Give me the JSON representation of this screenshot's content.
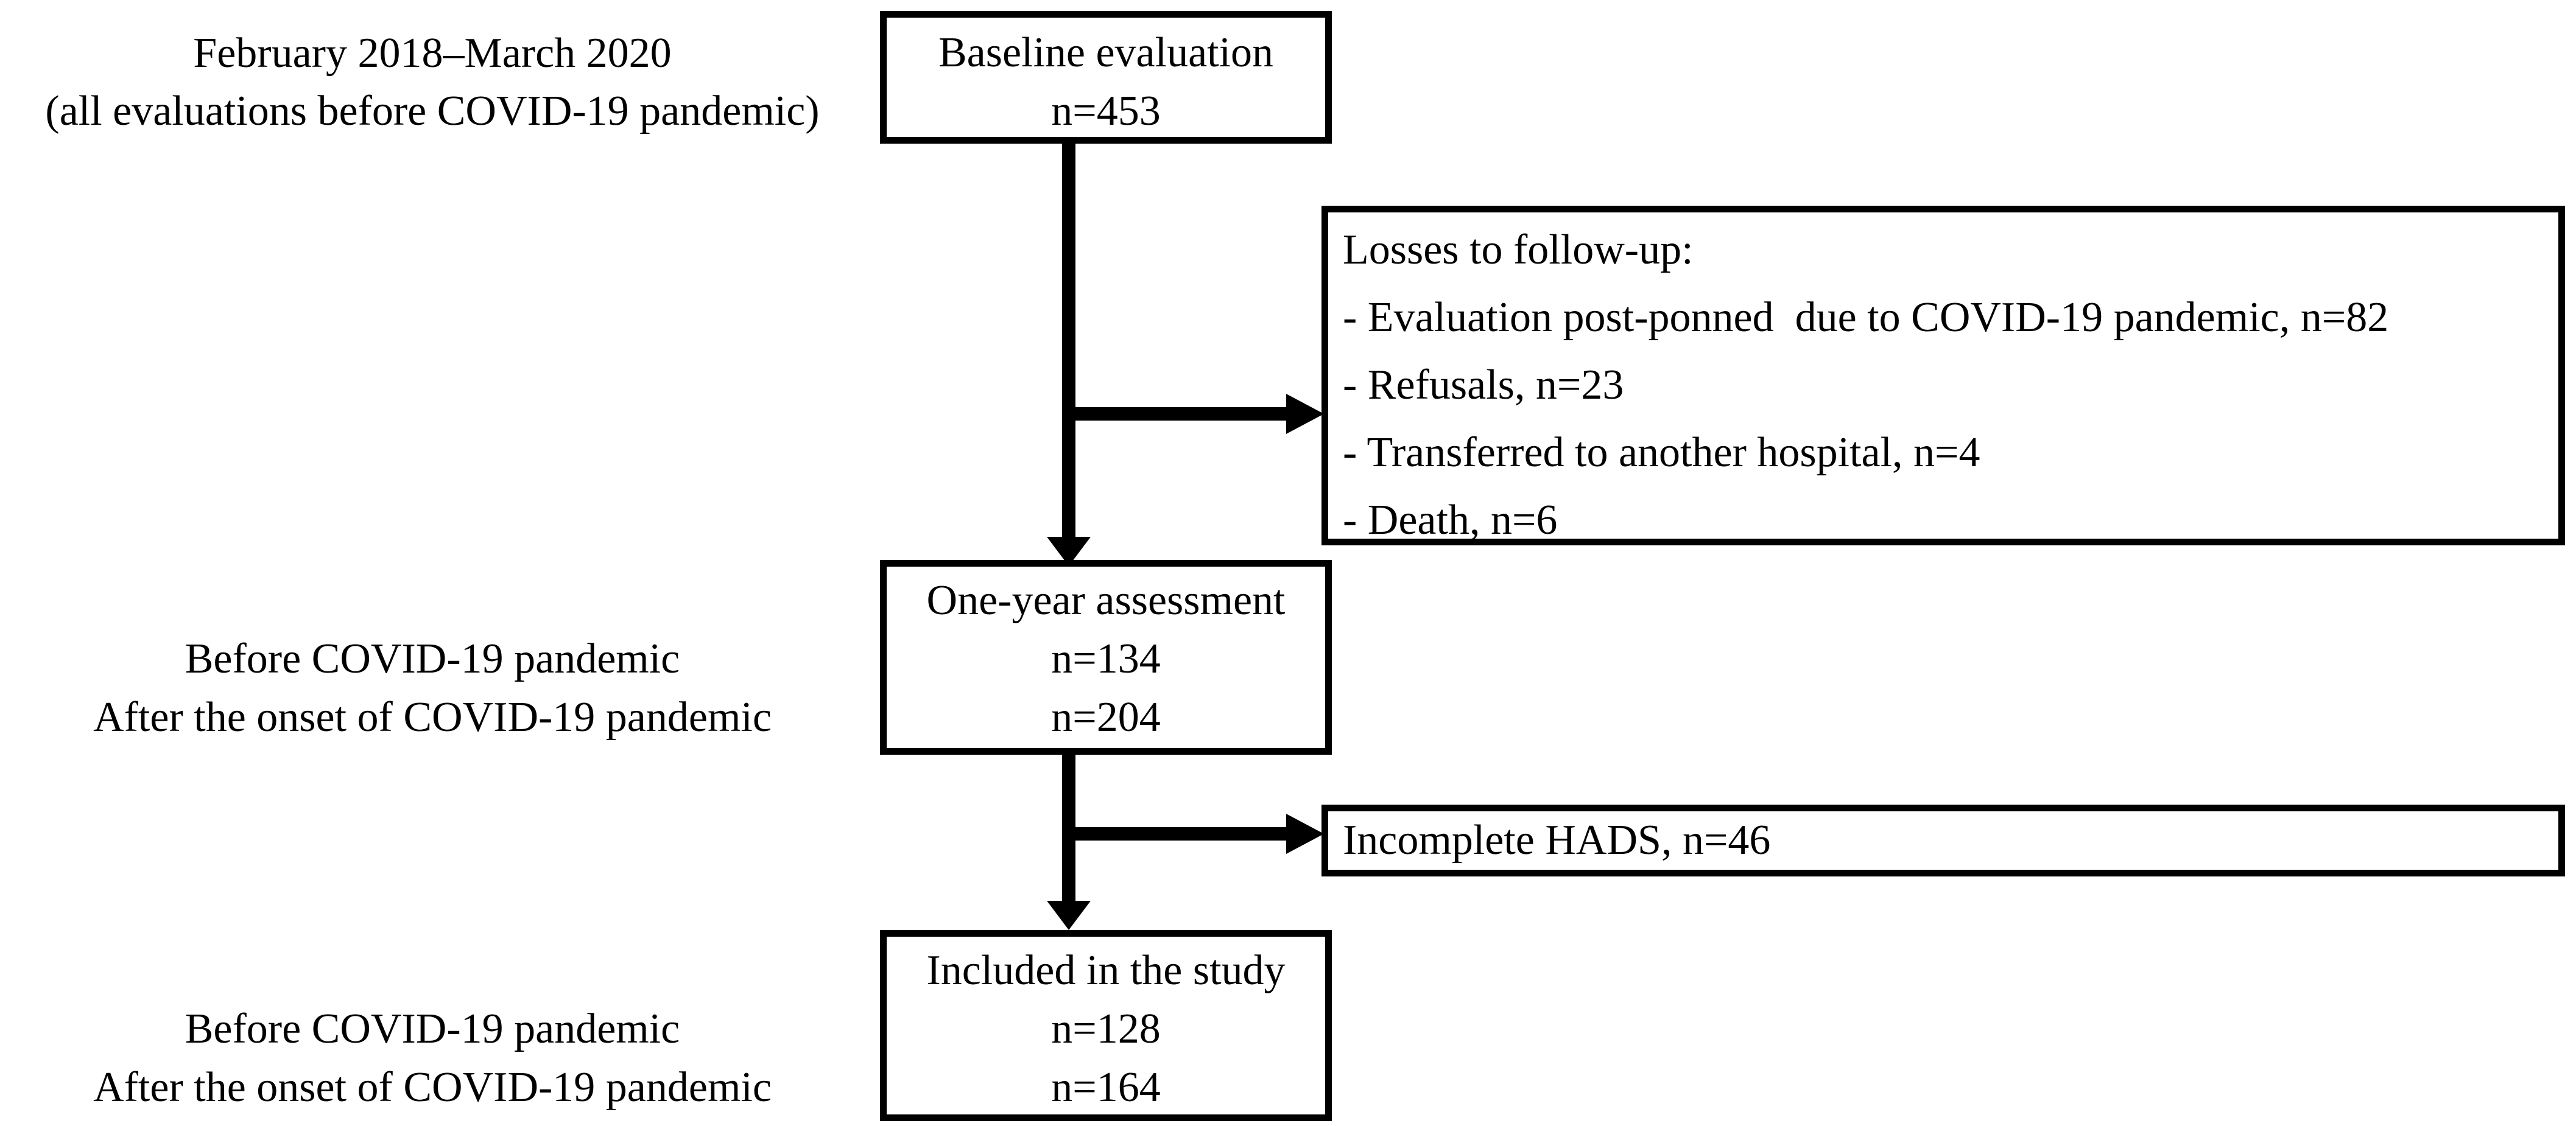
{
  "diagram": {
    "side_labels": {
      "baseline_period_line1": "February 2018–March 2020",
      "baseline_period_line2": "(all evaluations before COVID-19 pandemic)",
      "one_year_line1": "Before COVID-19 pandemic",
      "one_year_line2": "After the onset of COVID-19 pandemic",
      "included_line1": "Before COVID-19 pandemic",
      "included_line2": "After the onset of COVID-19 pandemic"
    },
    "boxes": {
      "baseline": {
        "title": "Baseline evaluation",
        "n_total": "n=453"
      },
      "losses": {
        "title": "Losses to follow-up:",
        "items": [
          "- Evaluation post-ponned  due to COVID-19 pandemic, n=82",
          "- Refusals, n=23",
          "- Transferred to another hospital, n=4",
          "- Death, n=6"
        ]
      },
      "one_year": {
        "title": "One-year assessment",
        "n_before": "n=134",
        "n_after": "n=204"
      },
      "incomplete_hads": {
        "text": "Incomplete HADS, n=46"
      },
      "included": {
        "title": "Included in the study",
        "n_before": "n=128",
        "n_after": "n=164"
      }
    },
    "colors": {
      "ink": "#000000",
      "background": "#ffffff"
    }
  }
}
